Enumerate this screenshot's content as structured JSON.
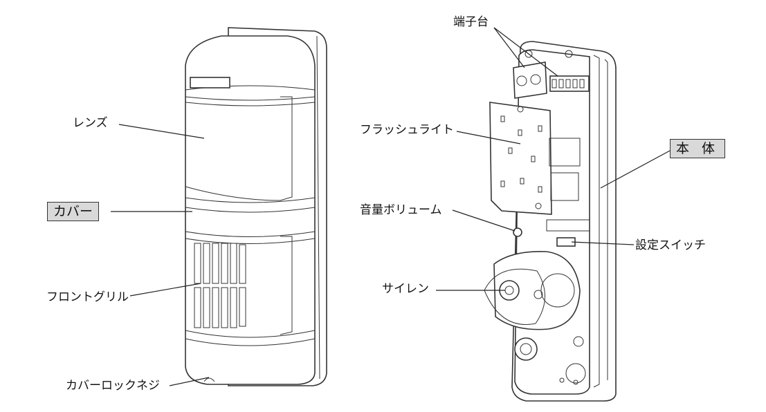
{
  "labels": {
    "lens": "レンズ",
    "cover": "カバー",
    "front_grill": "フロントグリル",
    "cover_lock_screw": "カバーロックネジ",
    "terminal_block": "端子台",
    "flash_light": "フラッシュライト",
    "main_body": "本 体",
    "volume": "音量ボリューム",
    "setting_switch": "設定スイッチ",
    "siren": "サイレン"
  },
  "colors": {
    "box_label_bg": "#d9d9d9",
    "line": "#222222"
  }
}
